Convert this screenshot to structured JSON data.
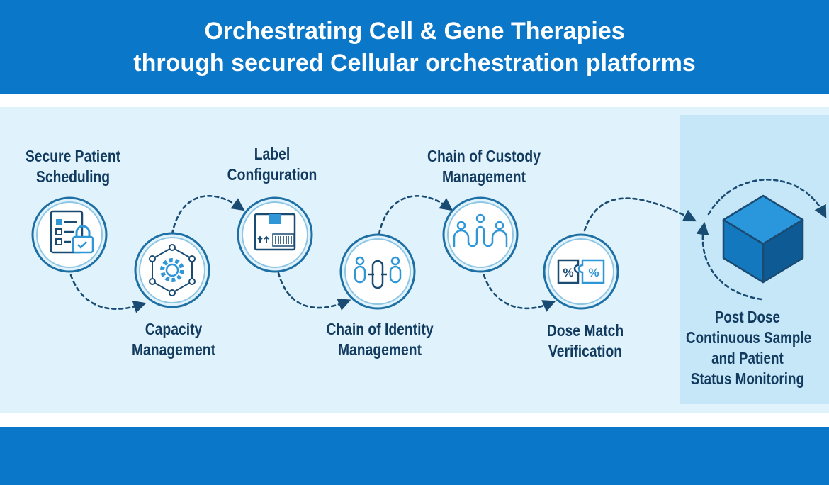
{
  "header": {
    "title_line1": "Orchestrating Cell & Gene Therapies",
    "title_line2": "through secured Cellular orchestration platforms"
  },
  "steps": [
    {
      "id": "secure-patient-scheduling",
      "line1": "Secure Patient",
      "line2": "Scheduling",
      "icon": "checklist-lock-icon"
    },
    {
      "id": "capacity-management",
      "line1": "Capacity",
      "line2": "Management",
      "icon": "gear-network-icon"
    },
    {
      "id": "label-configuration",
      "line1": "Label",
      "line2": "Configuration",
      "icon": "package-barcode-icon"
    },
    {
      "id": "chain-of-identity-management",
      "line1": "Chain of Identity",
      "line2": "Management",
      "icon": "people-link-icon"
    },
    {
      "id": "chain-of-custody-management",
      "line1": "Chain of Custody",
      "line2": "Management",
      "icon": "people-chain-icon"
    },
    {
      "id": "dose-match-verification",
      "line1": "Dose Match",
      "line2": "Verification",
      "icon": "percent-puzzle-icon"
    }
  ],
  "final_step": {
    "line1": "Post Dose",
    "line2": "Continuous Sample",
    "line3": "and Patient",
    "line4": "Status Monitoring",
    "icon": "cube-icon"
  },
  "colors": {
    "brand_blue": "#0a77c8",
    "band_light": "#e0f3fc",
    "highlight": "#c5e7f7",
    "icon_ring": "#1e6fa3",
    "text_dark": "#113a5e"
  }
}
